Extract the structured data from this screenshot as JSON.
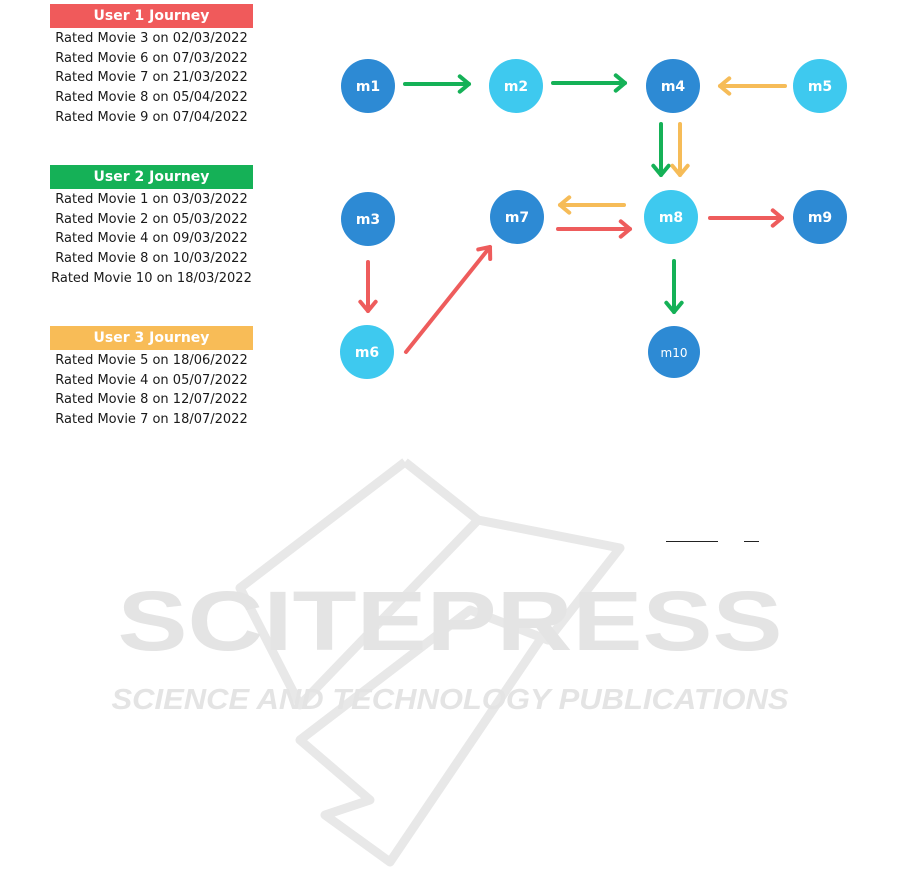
{
  "journeys": [
    {
      "title": "User 1 Journey",
      "color": "#f05a5b",
      "items": [
        "Rated Movie 3 on 02/03/2022",
        "Rated Movie 6 on 07/03/2022",
        "Rated Movie 7 on 21/03/2022",
        "Rated Movie 8 on 05/04/2022",
        "Rated Movie 9 on 07/04/2022"
      ]
    },
    {
      "title": "User 2 Journey",
      "color": "#15b157",
      "items": [
        "Rated Movie 1 on 03/03/2022",
        "Rated Movie 2 on 05/03/2022",
        "Rated Movie 4 on 09/03/2022",
        "Rated Movie 8 on 10/03/2022",
        "Rated Movie 10 on 18/03/2022"
      ]
    },
    {
      "title": "User 3 Journey",
      "color": "#f8bc57",
      "items": [
        "Rated Movie 5 on 18/06/2022",
        "Rated Movie 4 on 05/07/2022",
        "Rated Movie 8 on 12/07/2022",
        "Rated Movie 7 on 18/07/2022"
      ]
    }
  ],
  "graph": {
    "colors": {
      "dark_node": "#2d8ad4",
      "light_node": "#3ec9ef",
      "user1": "#ee5c5c",
      "user2": "#15b157",
      "user3": "#f6bc58"
    },
    "nodes": [
      {
        "id": "m1",
        "label": "m1",
        "shade": "dark"
      },
      {
        "id": "m2",
        "label": "m2",
        "shade": "light"
      },
      {
        "id": "m4",
        "label": "m4",
        "shade": "dark"
      },
      {
        "id": "m5",
        "label": "m5",
        "shade": "light"
      },
      {
        "id": "m3",
        "label": "m3",
        "shade": "dark"
      },
      {
        "id": "m7",
        "label": "m7",
        "shade": "dark"
      },
      {
        "id": "m8",
        "label": "m8",
        "shade": "light"
      },
      {
        "id": "m9",
        "label": "m9",
        "shade": "dark"
      },
      {
        "id": "m6",
        "label": "m6",
        "shade": "light"
      },
      {
        "id": "m10",
        "label": "m10",
        "shade": "dark"
      }
    ],
    "edges": [
      {
        "from": "m1",
        "to": "m2",
        "user": "user2"
      },
      {
        "from": "m2",
        "to": "m4",
        "user": "user2"
      },
      {
        "from": "m5",
        "to": "m4",
        "user": "user3"
      },
      {
        "from": "m4",
        "to": "m8",
        "user": "user2"
      },
      {
        "from": "m4",
        "to": "m8",
        "user": "user3"
      },
      {
        "from": "m8",
        "to": "m7",
        "user": "user3"
      },
      {
        "from": "m7",
        "to": "m8",
        "user": "user1"
      },
      {
        "from": "m8",
        "to": "m9",
        "user": "user1"
      },
      {
        "from": "m8",
        "to": "m10",
        "user": "user2"
      },
      {
        "from": "m3",
        "to": "m6",
        "user": "user1"
      },
      {
        "from": "m6",
        "to": "m7",
        "user": "user1"
      }
    ]
  },
  "watermark": {
    "title": "SCITEPRESS",
    "subtitle": "SCIENCE AND TECHNOLOGY PUBLICATIONS",
    "color": "#e6e6e6"
  }
}
